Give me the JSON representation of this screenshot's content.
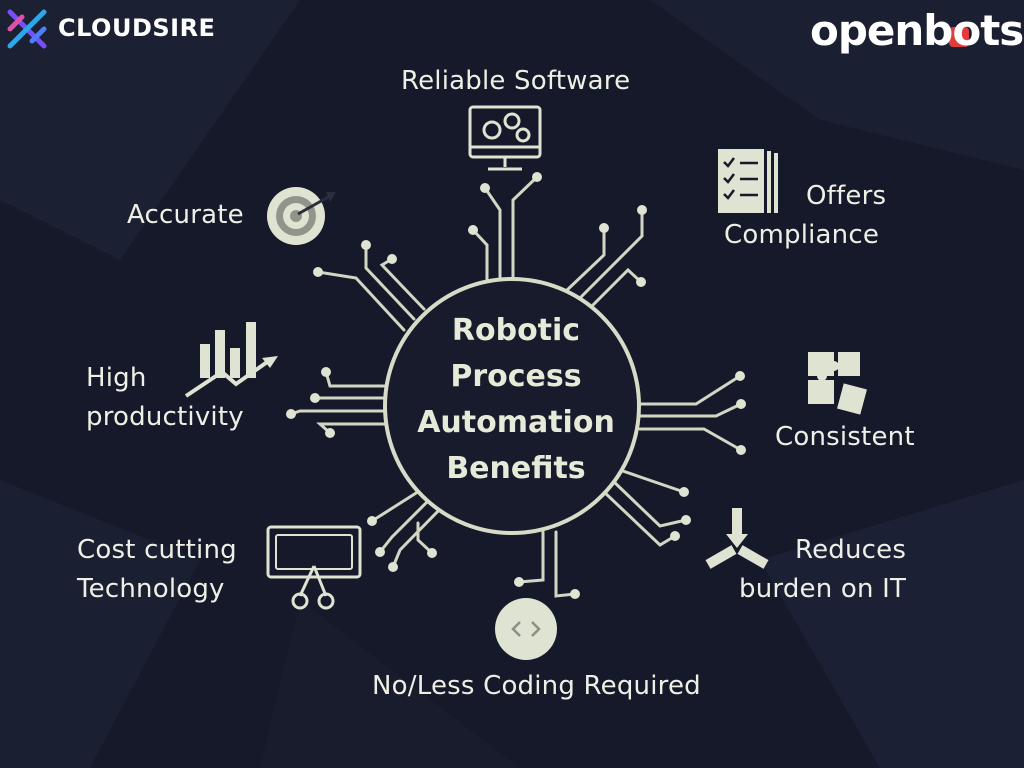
{
  "branding": {
    "left_logo": "CLOUDSIRE",
    "right_logo": "openbots"
  },
  "center": {
    "lines": [
      "Robotic",
      "Process",
      "Automation",
      "Benefits"
    ]
  },
  "benefits": {
    "reliable_software": "Reliable Software",
    "offers_compliance": [
      "Offers",
      "Compliance"
    ],
    "consistent": "Consistent",
    "reduces_burden": [
      "Reduces",
      "burden on IT"
    ],
    "no_less_coding": "No/Less Coding Required",
    "cost_cutting": [
      "Cost cutting",
      "Technology"
    ],
    "high_productivity": [
      "High",
      "productivity"
    ],
    "accurate": "Accurate"
  },
  "icons": {
    "reliable_software": "monitor-gears-icon",
    "offers_compliance": "checklist-icon",
    "consistent": "puzzle-icon",
    "reduces_burden": "arrows-converging-icon",
    "no_less_coding": "code-brackets-icon",
    "cost_cutting": "scissors-banknote-icon",
    "high_productivity": "growth-chart-icon",
    "accurate": "target-icon"
  },
  "colors": {
    "background": "#15192a",
    "accent": "#d7dcc8",
    "text": "#eef0e6"
  }
}
